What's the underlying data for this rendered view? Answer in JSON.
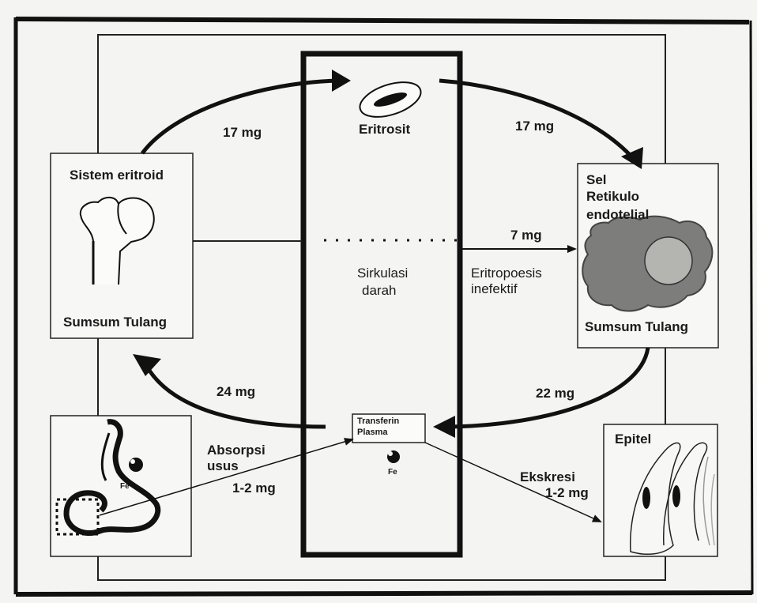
{
  "center": {
    "top_label": "Eritrosit",
    "middle_label_line1": "Sirkulasi",
    "middle_label_line2": "darah",
    "transferrin_line1": "Transferin",
    "transferrin_line2": "Plasma",
    "fe_label": "Fe"
  },
  "left_top_box": {
    "title": "Sistem eritroid",
    "bottom_label": "Sumsum Tulang"
  },
  "right_top_box": {
    "title_line1": "Sel",
    "title_line2": "Retikulo",
    "title_line3": "endotelial",
    "bottom_label": "Sumsum Tulang"
  },
  "left_bottom_box": {
    "fe_label": "Fe"
  },
  "right_bottom_box": {
    "title": "Epitel"
  },
  "flows": {
    "marrow_to_erythrocyte": "17 mg",
    "erythrocyte_to_res": "17 mg",
    "ineffective_amount": "7 mg",
    "ineffective_label_line1": "Eritropoesis",
    "ineffective_label_line2": "inefektif",
    "res_to_transferrin": "22 mg",
    "transferrin_to_marrow": "24 mg",
    "absorption_label_line1": "Absorpsi",
    "absorption_label_line2": "usus",
    "absorption_amount": "1-2 mg",
    "excretion_label": "Ekskresi",
    "excretion_amount": "1-2 mg"
  }
}
